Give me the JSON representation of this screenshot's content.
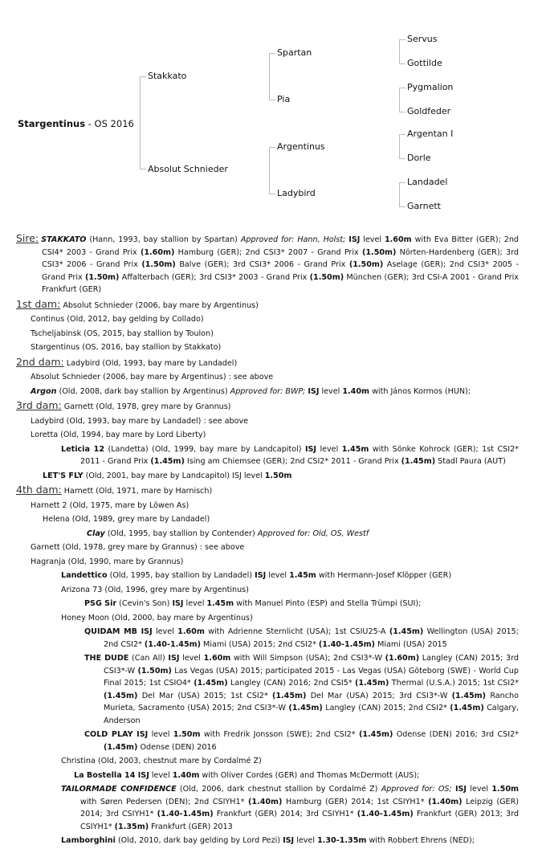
{
  "pedigree": {
    "subject": {
      "name": "Stargentinus",
      "suffix": " - OS 2016"
    },
    "gen1": [
      "Stakkato",
      "Absolut Schnieder"
    ],
    "gen2": [
      "Spartan",
      "Pia",
      "Argentinus",
      "Ladybird"
    ],
    "gen3": [
      "Servus",
      "Gottilde",
      "Pygmalion",
      "Goldfeder",
      "Argentan I",
      "Dorle",
      "Landadel",
      "Garnett"
    ]
  },
  "sections": [
    {
      "header": "Sire:",
      "entries": [
        {
          "level": 0,
          "seg": [
            {
              "t": "STAKKATO",
              "s": "bi"
            },
            {
              "t": " (Hann, 1993, bay stallion by Spartan) ",
              "s": ""
            },
            {
              "t": "Approved for: Hann, Holst;",
              "s": "i"
            },
            {
              "t": " ",
              "s": ""
            },
            {
              "t": "ISJ",
              "s": "b"
            },
            {
              "t": " level ",
              "s": ""
            },
            {
              "t": "1.60m",
              "s": "b"
            },
            {
              "t": " with Eva Bitter (GER); 2nd CSI4* 2003 - Grand Prix ",
              "s": ""
            },
            {
              "t": "(1.60m)",
              "s": "b"
            },
            {
              "t": " Hamburg (GER); 2nd CSI3* 2007 - Grand Prix ",
              "s": ""
            },
            {
              "t": "(1.50m)",
              "s": "b"
            },
            {
              "t": " Nörten-Hardenberg (GER); 3rd CSI3* 2006 - Grand Prix ",
              "s": ""
            },
            {
              "t": "(1.50m)",
              "s": "b"
            },
            {
              "t": " Balve (GER); 3rd CSI3* 2006 - Grand Prix ",
              "s": ""
            },
            {
              "t": "(1.50m)",
              "s": "b"
            },
            {
              "t": " Aselage (GER); 2nd CSI3* 2005 - Grand Prix ",
              "s": ""
            },
            {
              "t": "(1.50m)",
              "s": "b"
            },
            {
              "t": " Affalterbach (GER); 3rd CSI3* 2003 - Grand Prix ",
              "s": ""
            },
            {
              "t": "(1.50m)",
              "s": "b"
            },
            {
              "t": " München (GER); 3rd CSI-A 2001 - Grand Prix Frankfurt (GER)",
              "s": ""
            }
          ]
        }
      ]
    },
    {
      "header": "1st dam:",
      "entries": [
        {
          "level": -1,
          "seg": [
            {
              "t": "Absolut Schnieder (2006, bay mare by Argentinus)",
              "s": ""
            }
          ]
        },
        {
          "level": 1,
          "seg": [
            {
              "t": "Continus (Old, 2012, bay gelding by Collado)",
              "s": ""
            }
          ]
        },
        {
          "level": 1,
          "seg": [
            {
              "t": "Tscheljabinsk (OS, 2015, bay stallion by Toulon)",
              "s": ""
            }
          ]
        },
        {
          "level": 1,
          "seg": [
            {
              "t": "Stargentinus (OS, 2016, bay stallion by Stakkato)",
              "s": ""
            }
          ]
        }
      ]
    },
    {
      "header": "2nd dam:",
      "entries": [
        {
          "level": -1,
          "seg": [
            {
              "t": "Ladybird (Old, 1993, bay mare by Landadel)",
              "s": ""
            }
          ]
        },
        {
          "level": 1,
          "seg": [
            {
              "t": "Absolut Schnieder (2006, bay mare by Argentinus) : see above",
              "s": ""
            }
          ]
        },
        {
          "level": 1,
          "seg": [
            {
              "t": "Argon",
              "s": "bi"
            },
            {
              "t": " (Old, 2008, dark bay stallion by Argentinus) ",
              "s": ""
            },
            {
              "t": "Approved for: BWP;",
              "s": "i"
            },
            {
              "t": " ",
              "s": ""
            },
            {
              "t": "ISJ",
              "s": "b"
            },
            {
              "t": " level ",
              "s": ""
            },
            {
              "t": "1.40m",
              "s": "b"
            },
            {
              "t": " with János Kormos (HUN);",
              "s": ""
            }
          ]
        }
      ]
    },
    {
      "header": "3rd dam:",
      "entries": [
        {
          "level": -1,
          "seg": [
            {
              "t": "Garnett (Old, 1978, grey mare by Grannus)",
              "s": ""
            }
          ]
        },
        {
          "level": 1,
          "seg": [
            {
              "t": "Ladybird (Old, 1993, bay mare by Landadel) : see above",
              "s": ""
            }
          ]
        },
        {
          "level": 1,
          "seg": [
            {
              "t": "Loretta (Old, 1994, bay mare by Lord Liberty)",
              "s": ""
            }
          ]
        },
        {
          "level": 3,
          "hang": true,
          "seg": [
            {
              "t": "Leticia 12",
              "s": "b"
            },
            {
              "t": " (Landetta) (Old, 1999, bay mare by Landcapitol) ",
              "s": ""
            },
            {
              "t": "ISJ",
              "s": "b"
            },
            {
              "t": " level ",
              "s": ""
            },
            {
              "t": "1.45m",
              "s": "b"
            },
            {
              "t": " with Sönke Kohrock (GER); 1st CSI2* 2011 - Grand Prix ",
              "s": ""
            },
            {
              "t": "(1.45m)",
              "s": "b"
            },
            {
              "t": " Ising am Chiemsee (GER); 2nd CSI2* 2011 - Grand Prix ",
              "s": ""
            },
            {
              "t": "(1.45m)",
              "s": "b"
            },
            {
              "t": " Stadl Paura (AUT)",
              "s": ""
            }
          ]
        },
        {
          "level": 2,
          "seg": [
            {
              "t": "LET'S FLY",
              "s": "b"
            },
            {
              "t": " (Old, 2001, bay mare by Landcapitol) ISJ level ",
              "s": ""
            },
            {
              "t": "1.50m",
              "s": "b"
            }
          ]
        }
      ]
    },
    {
      "header": "4th dam:",
      "entries": [
        {
          "level": -1,
          "seg": [
            {
              "t": "Harnett (Old, 1971, mare by Harnisch)",
              "s": ""
            }
          ]
        },
        {
          "level": 1,
          "seg": [
            {
              "t": "Harnett 2 (Old, 1975, mare by Löwen As)",
              "s": ""
            }
          ]
        },
        {
          "level": 2,
          "seg": [
            {
              "t": "Helena (Old, 1989, grey mare by Landadel)",
              "s": ""
            }
          ]
        },
        {
          "level": 6,
          "seg": [
            {
              "t": "Clay",
              "s": "bi"
            },
            {
              "t": " (Old, 1995, bay stallion by Contender) ",
              "s": ""
            },
            {
              "t": "Approved for: Old, OS, Westf",
              "s": "i"
            }
          ]
        },
        {
          "level": 1,
          "seg": [
            {
              "t": "Garnett (Old, 1978, grey mare by Grannus) : see above",
              "s": ""
            }
          ]
        },
        {
          "level": 1,
          "seg": [
            {
              "t": "Hagranja (Old, 1990, mare by Grannus)",
              "s": ""
            }
          ]
        },
        {
          "level": 3,
          "seg": [
            {
              "t": "Landettico",
              "s": "b"
            },
            {
              "t": " (Old, 1995, bay stallion by Landadel) ",
              "s": ""
            },
            {
              "t": "ISJ",
              "s": "b"
            },
            {
              "t": " level ",
              "s": ""
            },
            {
              "t": "1.45m",
              "s": "b"
            },
            {
              "t": " with Hermann-Josef Klöpper (GER)",
              "s": ""
            }
          ]
        },
        {
          "level": 3,
          "seg": [
            {
              "t": "Arizona 73 (Old, 1996, grey mare by Argentinus)",
              "s": ""
            }
          ]
        },
        {
          "level": 5,
          "seg": [
            {
              "t": "PSG Sir",
              "s": "b"
            },
            {
              "t": " (Cevin's Son) ",
              "s": ""
            },
            {
              "t": "ISJ",
              "s": "b"
            },
            {
              "t": " level ",
              "s": ""
            },
            {
              "t": "1.45m",
              "s": "b"
            },
            {
              "t": " with Manuel Pinto (ESP) and Stella Trümpi (SUI);",
              "s": ""
            }
          ]
        },
        {
          "level": 3,
          "seg": [
            {
              "t": "Honey Moon (Old, 2000, bay mare by Argentinus)",
              "s": ""
            }
          ]
        },
        {
          "level": 5,
          "hang": true,
          "seg": [
            {
              "t": "QUIDAM MB ISJ",
              "s": "b"
            },
            {
              "t": " level ",
              "s": ""
            },
            {
              "t": "1.60m",
              "s": "b"
            },
            {
              "t": " with Adrienne Sternlicht (USA); 1st CSIU25-A ",
              "s": ""
            },
            {
              "t": "(1.45m)",
              "s": "b"
            },
            {
              "t": " Wellington (USA) 2015; 2nd CSI2* ",
              "s": ""
            },
            {
              "t": "(1.40-1.45m)",
              "s": "b"
            },
            {
              "t": " Miami (USA) 2015; 2nd CSI2* ",
              "s": ""
            },
            {
              "t": "(1.40-1.45m)",
              "s": "b"
            },
            {
              "t": " Miami (USA) 2015",
              "s": ""
            }
          ]
        },
        {
          "level": 5,
          "hang": true,
          "seg": [
            {
              "t": "THE DUDE",
              "s": "b"
            },
            {
              "t": " (Can All) ",
              "s": ""
            },
            {
              "t": "ISJ",
              "s": "b"
            },
            {
              "t": " level ",
              "s": ""
            },
            {
              "t": "1.60m",
              "s": "b"
            },
            {
              "t": " with Will Simpson (USA); 2nd CSI3*-W ",
              "s": ""
            },
            {
              "t": "(1.60m)",
              "s": "b"
            },
            {
              "t": " Langley (CAN) 2015; 3rd CSI3*-W ",
              "s": ""
            },
            {
              "t": "(1.50m)",
              "s": "b"
            },
            {
              "t": " Las Vegas (USA) 2015; participated 2015 - Las Vegas (USA) Göteborg (SWE) - World Cup Final 2015; 1st CSIO4* ",
              "s": ""
            },
            {
              "t": "(1.45m)",
              "s": "b"
            },
            {
              "t": " Langley (CAN) 2016; 2nd CSI5* ",
              "s": ""
            },
            {
              "t": "(1.45m)",
              "s": "b"
            },
            {
              "t": " Thermal (U.S.A.) 2015; 1st CSI2* ",
              "s": ""
            },
            {
              "t": "(1.45m)",
              "s": "b"
            },
            {
              "t": " Del Mar (USA) 2015; 1st CSI2* ",
              "s": ""
            },
            {
              "t": "(1.45m)",
              "s": "b"
            },
            {
              "t": " Del Mar (USA) 2015; 3rd CSI3*-W ",
              "s": ""
            },
            {
              "t": "(1.45m)",
              "s": "b"
            },
            {
              "t": " Rancho Murieta, Sacramento (USA) 2015; 2nd CSI3*-W ",
              "s": ""
            },
            {
              "t": "(1.45m)",
              "s": "b"
            },
            {
              "t": " Langley (CAN) 2015; 2nd CSI2* ",
              "s": ""
            },
            {
              "t": "(1.45m)",
              "s": "b"
            },
            {
              "t": " Calgary, Anderson",
              "s": ""
            }
          ]
        },
        {
          "level": 5,
          "hang": true,
          "seg": [
            {
              "t": "COLD PLAY ISJ",
              "s": "b"
            },
            {
              "t": " level ",
              "s": ""
            },
            {
              "t": "1.50m",
              "s": "b"
            },
            {
              "t": " with Fredrik Jonsson (SWE); 2nd CSI2* ",
              "s": ""
            },
            {
              "t": "(1.45m)",
              "s": "b"
            },
            {
              "t": " Odense (DEN) 2016; 3rd CSI2* ",
              "s": ""
            },
            {
              "t": "(1.45m)",
              "s": "b"
            },
            {
              "t": " Odense (DEN) 2016",
              "s": ""
            }
          ]
        },
        {
          "level": 3,
          "seg": [
            {
              "t": "Christina (Old, 2003, chestnut mare by Cordalmé Z)",
              "s": ""
            }
          ]
        },
        {
          "level": 4,
          "seg": [
            {
              "t": "La Bostella 14 ISJ",
              "s": "b"
            },
            {
              "t": " level ",
              "s": ""
            },
            {
              "t": "1.40m",
              "s": "b"
            },
            {
              "t": " with Oliver Cordes (GER) and Thomas McDermott (AUS);",
              "s": ""
            }
          ]
        },
        {
          "level": 3,
          "hang": true,
          "seg": [
            {
              "t": "TAILORMADE CONFIDENCE",
              "s": "bi"
            },
            {
              "t": " (Old, 2006, dark chestnut stallion by Cordalmé Z) ",
              "s": ""
            },
            {
              "t": "Approved for: OS;",
              "s": "i"
            },
            {
              "t": " ",
              "s": ""
            },
            {
              "t": "ISJ",
              "s": "b"
            },
            {
              "t": " level ",
              "s": ""
            },
            {
              "t": "1.50m",
              "s": "b"
            },
            {
              "t": " with Søren Pedersen (DEN); 2nd CSIYH1* ",
              "s": ""
            },
            {
              "t": "(1.40m)",
              "s": "b"
            },
            {
              "t": " Hamburg (GER) 2014; 1st CSIYH1* ",
              "s": ""
            },
            {
              "t": "(1.40m)",
              "s": "b"
            },
            {
              "t": " Leipzig (GER) 2014; 3rd CSIYH1* ",
              "s": ""
            },
            {
              "t": "(1.40-1.45m)",
              "s": "b"
            },
            {
              "t": " Frankfurt (GER) 2014; 3rd CSIYH1* ",
              "s": ""
            },
            {
              "t": "(1.40-1.45m)",
              "s": "b"
            },
            {
              "t": " Frankfurt (GER) 2013; 3rd CSIYH1* ",
              "s": ""
            },
            {
              "t": "(1.35m)",
              "s": "b"
            },
            {
              "t": " Frankfurt (GER) 2013",
              "s": ""
            }
          ]
        },
        {
          "level": 3,
          "hang": true,
          "seg": [
            {
              "t": "Lamborghini",
              "s": "b"
            },
            {
              "t": " (Old, 2010, dark bay gelding by Lord Pezi) ",
              "s": ""
            },
            {
              "t": "ISJ",
              "s": "b"
            },
            {
              "t": " level ",
              "s": ""
            },
            {
              "t": "1.30-1.35m",
              "s": "b"
            },
            {
              "t": " with Robbert Ehrens (NED);",
              "s": ""
            }
          ]
        }
      ]
    }
  ]
}
